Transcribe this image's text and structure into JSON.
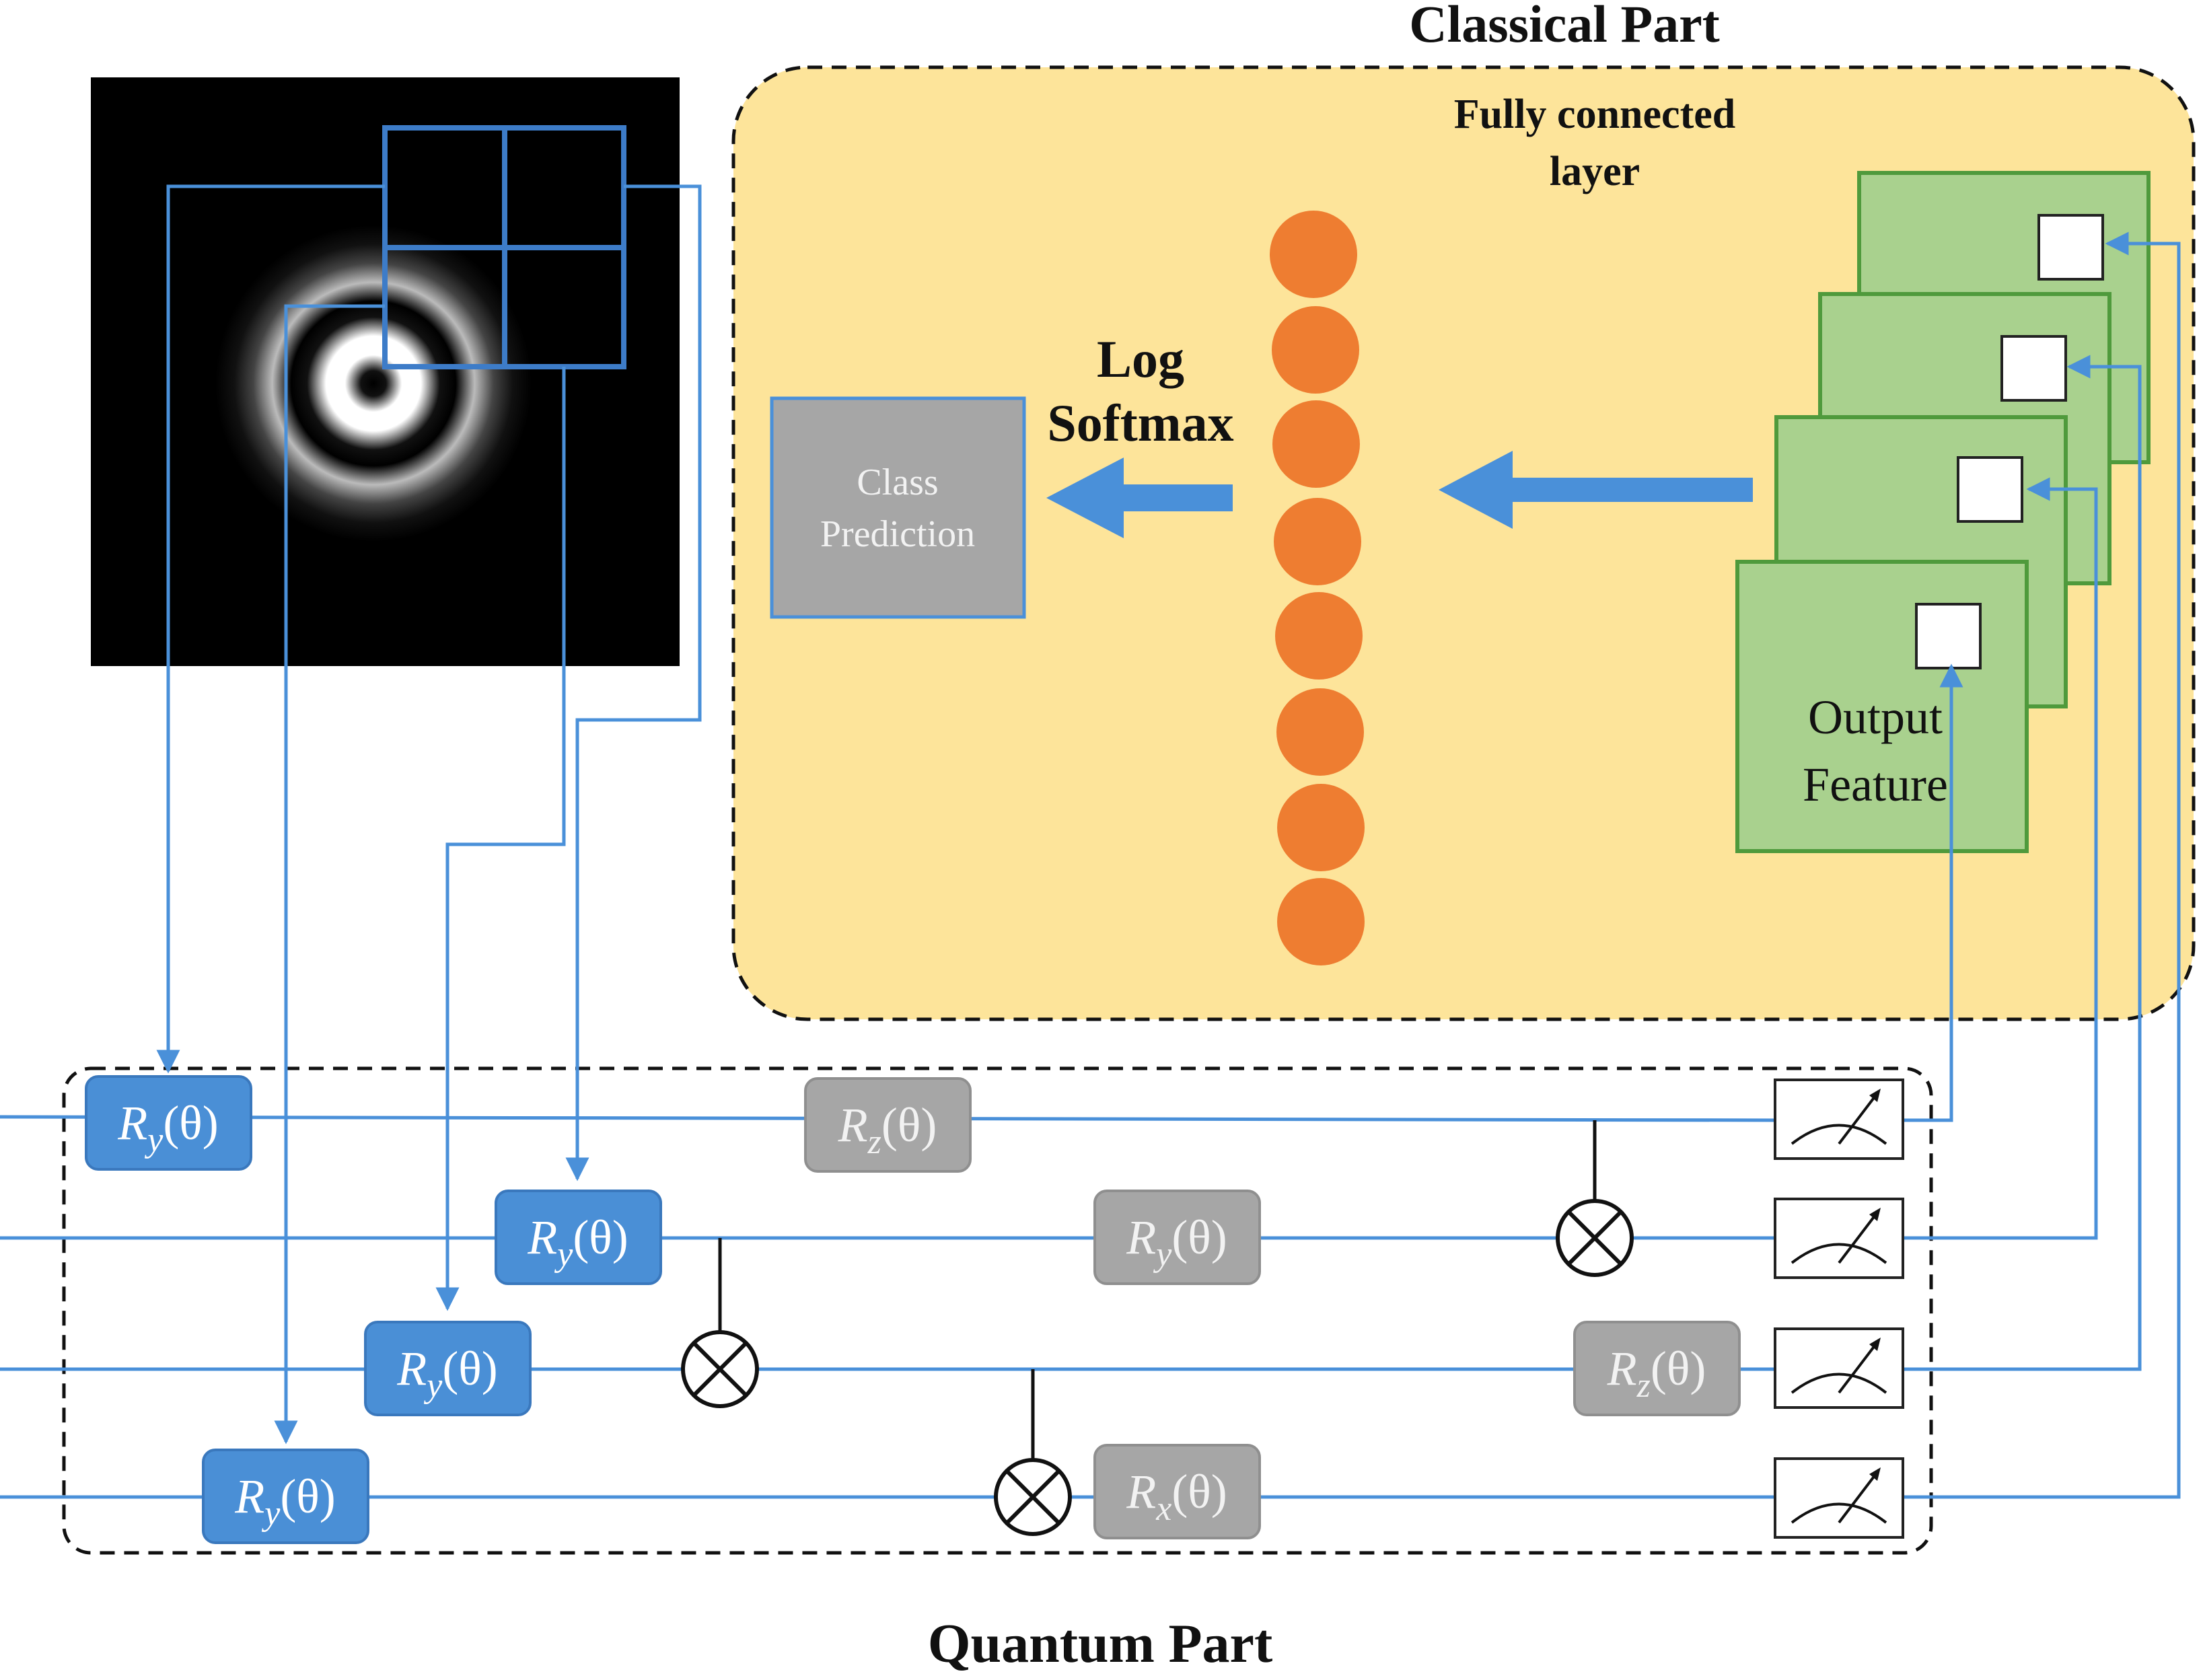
{
  "labels": {
    "classical_part": "Classical Part",
    "quantum_part": "Quantum Part",
    "fully_connected_line1": "Fully connected",
    "fully_connected_line2": "layer",
    "log_softmax_line1": "Log",
    "log_softmax_line2": "Softmax",
    "class_prediction_line1": "Class",
    "class_prediction_line2": "Prediction",
    "output_feature_line1": "Output",
    "output_feature_line2": "Feature"
  },
  "gates": {
    "q0_ry": {
      "name": "R",
      "sub": "y",
      "arg": "(θ)"
    },
    "q1_ry": {
      "name": "R",
      "sub": "y",
      "arg": "(θ)"
    },
    "q2_ry": {
      "name": "R",
      "sub": "y",
      "arg": "(θ)"
    },
    "q3_ry": {
      "name": "R",
      "sub": "y",
      "arg": "(θ)"
    },
    "q0_rz": {
      "name": "R",
      "sub": "z",
      "arg": "(θ)"
    },
    "q1_ry_gray": {
      "name": "R",
      "sub": "y",
      "arg": "(θ)"
    },
    "q2_rz": {
      "name": "R",
      "sub": "z",
      "arg": "(θ)"
    },
    "q3_rx": {
      "name": "R",
      "sub": "x",
      "arg": "(θ)"
    }
  },
  "colors": {
    "blue_line": "#4a90d9",
    "blue_gate": "#4a8fd6",
    "gray_gate": "#a6a6a6",
    "classical_bg": "#fde49a",
    "neuron": "#ee7d31",
    "feature_map": "#a9d18e",
    "feature_map_border": "#4f9a3c",
    "class_box": "#a6a6a6"
  },
  "icons": [
    "measurement-meter-icon",
    "cnot-target-icon",
    "arrow-icon"
  ]
}
